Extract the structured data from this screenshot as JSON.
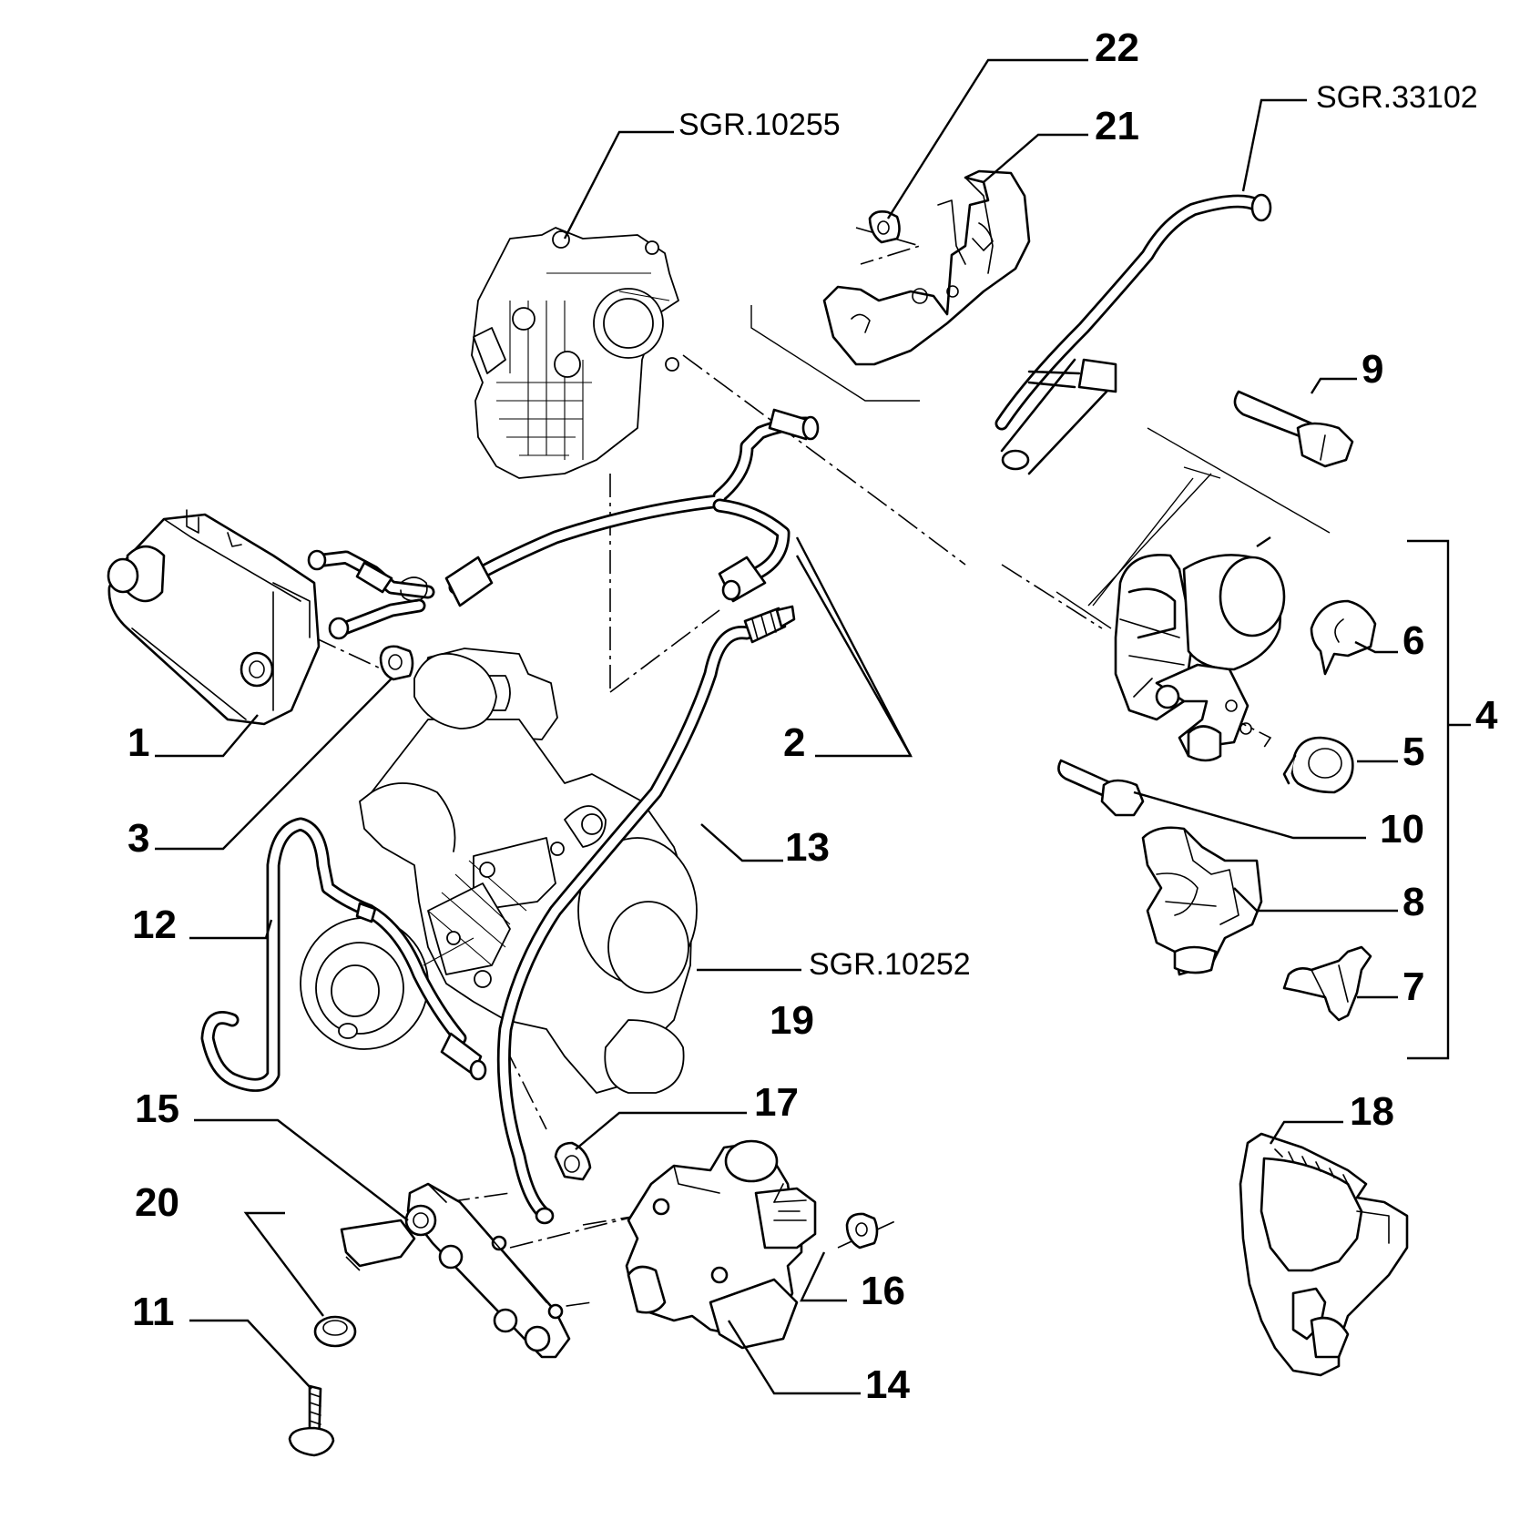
{
  "diagram": {
    "callouts": [
      {
        "id": "c1",
        "label": "1"
      },
      {
        "id": "c2",
        "label": "2"
      },
      {
        "id": "c3",
        "label": "3"
      },
      {
        "id": "c4",
        "label": "4"
      },
      {
        "id": "c5",
        "label": "5"
      },
      {
        "id": "c6",
        "label": "6"
      },
      {
        "id": "c7",
        "label": "7"
      },
      {
        "id": "c8",
        "label": "8"
      },
      {
        "id": "c9",
        "label": "9"
      },
      {
        "id": "c10",
        "label": "10"
      },
      {
        "id": "c11",
        "label": "11"
      },
      {
        "id": "c12",
        "label": "12"
      },
      {
        "id": "c13",
        "label": "13"
      },
      {
        "id": "c14",
        "label": "14"
      },
      {
        "id": "c15",
        "label": "15"
      },
      {
        "id": "c16",
        "label": "16"
      },
      {
        "id": "c17",
        "label": "17"
      },
      {
        "id": "c18",
        "label": "18"
      },
      {
        "id": "c19",
        "label": "19"
      },
      {
        "id": "c20",
        "label": "20"
      },
      {
        "id": "c21",
        "label": "21"
      },
      {
        "id": "c22",
        "label": "22"
      }
    ],
    "references": [
      {
        "id": "ref10255",
        "label": "SGR.10255"
      },
      {
        "id": "ref33102",
        "label": "SGR.33102"
      },
      {
        "id": "ref10252",
        "label": "SGR.10252"
      }
    ]
  }
}
